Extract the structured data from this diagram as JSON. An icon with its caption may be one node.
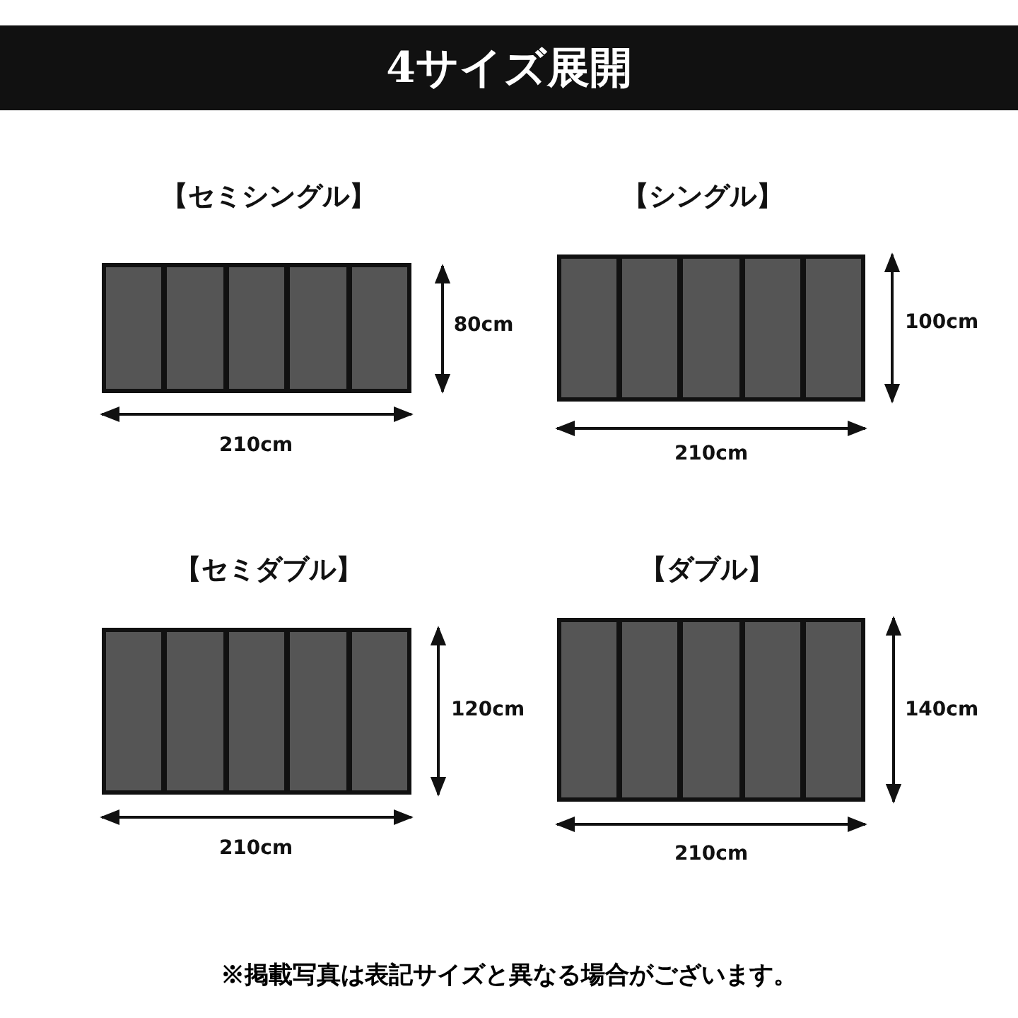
{
  "diagram": {
    "title": "4サイズ展開",
    "caption": "※掲載写真は表記サイズと異なる場合がございます。",
    "nodes": [
      {
        "text": [
          "【セミシングル】"
        ]
      },
      {
        "text": [],
        "shape": "box",
        "in": 0
      },
      {
        "text": [],
        "shape": "box",
        "in": 0
      },
      {
        "text": [],
        "shape": "box",
        "in": 0
      },
      {
        "text": [],
        "shape": "box",
        "in": 0
      },
      {
        "text": [],
        "shape": "box",
        "in": 0
      },
      {
        "text": [
          "【シングル】"
        ]
      },
      {
        "text": [],
        "shape": "box",
        "in": 6
      },
      {
        "text": [],
        "shape": "box",
        "in": 6
      },
      {
        "text": [],
        "shape": "box",
        "in": 6
      },
      {
        "text": [],
        "shape": "box",
        "in": 6
      },
      {
        "text": [],
        "shape": "box",
        "in": 6
      },
      {
        "text": [
          "【セミダブル】"
        ]
      },
      {
        "text": [],
        "shape": "box",
        "in": 12
      },
      {
        "text": [],
        "shape": "box",
        "in": 12
      },
      {
        "text": [],
        "shape": "box",
        "in": 12
      },
      {
        "text": [],
        "shape": "box",
        "in": 12
      },
      {
        "text": [],
        "shape": "box",
        "in": 12
      },
      {
        "text": [
          "【ダブル】"
        ]
      },
      {
        "text": [],
        "shape": "box",
        "in": 18
      },
      {
        "text": [],
        "shape": "box",
        "in": 18
      },
      {
        "text": [],
        "shape": "box",
        "in": 18
      },
      {
        "text": [],
        "shape": "box",
        "in": 18
      },
      {
        "text": [],
        "shape": "box",
        "in": 18
      }
    ],
    "edges": [],
    "labels": [
      "80cm",
      "100cm",
      "210cm",
      "210cm",
      "120cm",
      "140cm",
      "210cm",
      "210cm"
    ]
  }
}
